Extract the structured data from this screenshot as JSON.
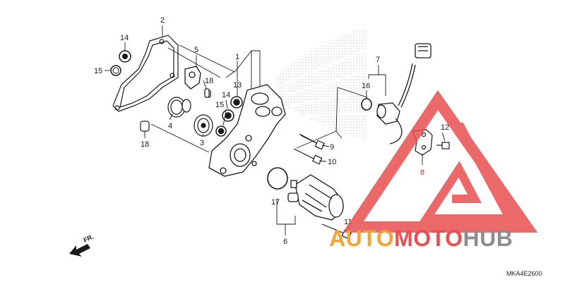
{
  "diagram": {
    "callouts": {
      "c1": "1",
      "c2": "2",
      "c3": "3",
      "c4": "4",
      "c5": "5",
      "c6": "6",
      "c7": "7",
      "c8": "8",
      "c9": "9",
      "c10": "10",
      "c11": "11",
      "c12": "12",
      "c13": "13",
      "c14a": "14",
      "c14b": "14",
      "c15a": "15",
      "c15b": "15",
      "c16": "16",
      "c17": "17",
      "c18a": "18",
      "c18b": "18"
    },
    "direction_label": "FR.",
    "drawing_code": "MKA4E2600"
  },
  "watermark": {
    "part1": "AUTO",
    "part2": "MOTO",
    "part3": "HUB"
  },
  "colors": {
    "line": "#1a1a1a",
    "watermark_triangle": "#e84f4f",
    "watermark_auto": "#f2a33a",
    "watermark_moto": "#e84f4f",
    "watermark_hub": "#8d8d8d"
  }
}
